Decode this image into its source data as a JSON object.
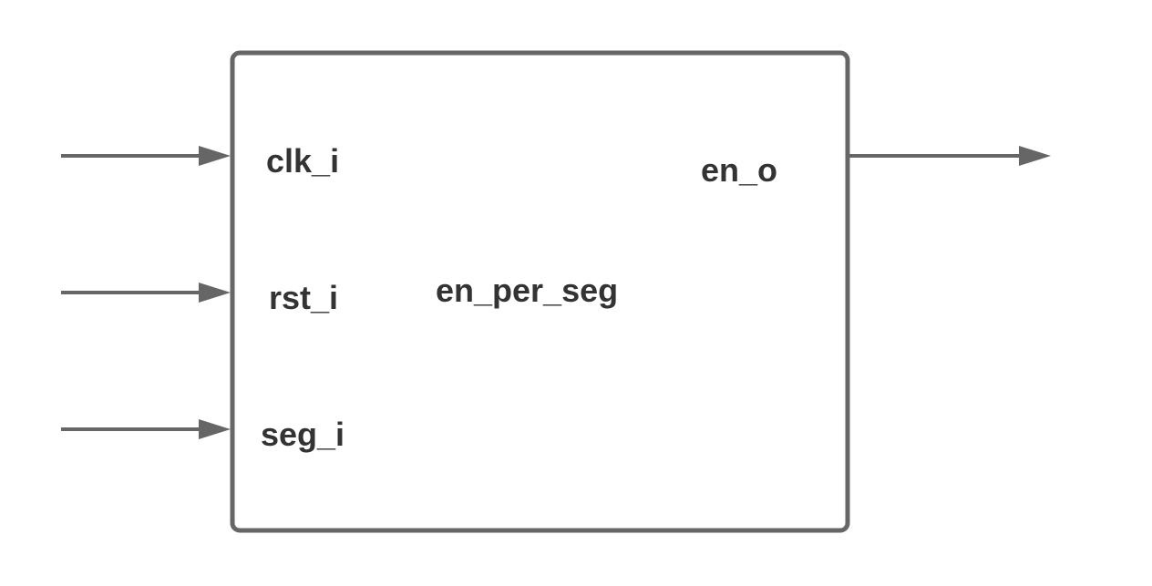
{
  "diagram": {
    "block_name": "en_per_seg",
    "inputs": [
      "clk_i",
      "rst_i",
      "seg_i"
    ],
    "outputs": [
      "en_o"
    ],
    "colors": {
      "stroke": "#666666",
      "text": "#333333",
      "background": "#ffffff"
    }
  }
}
